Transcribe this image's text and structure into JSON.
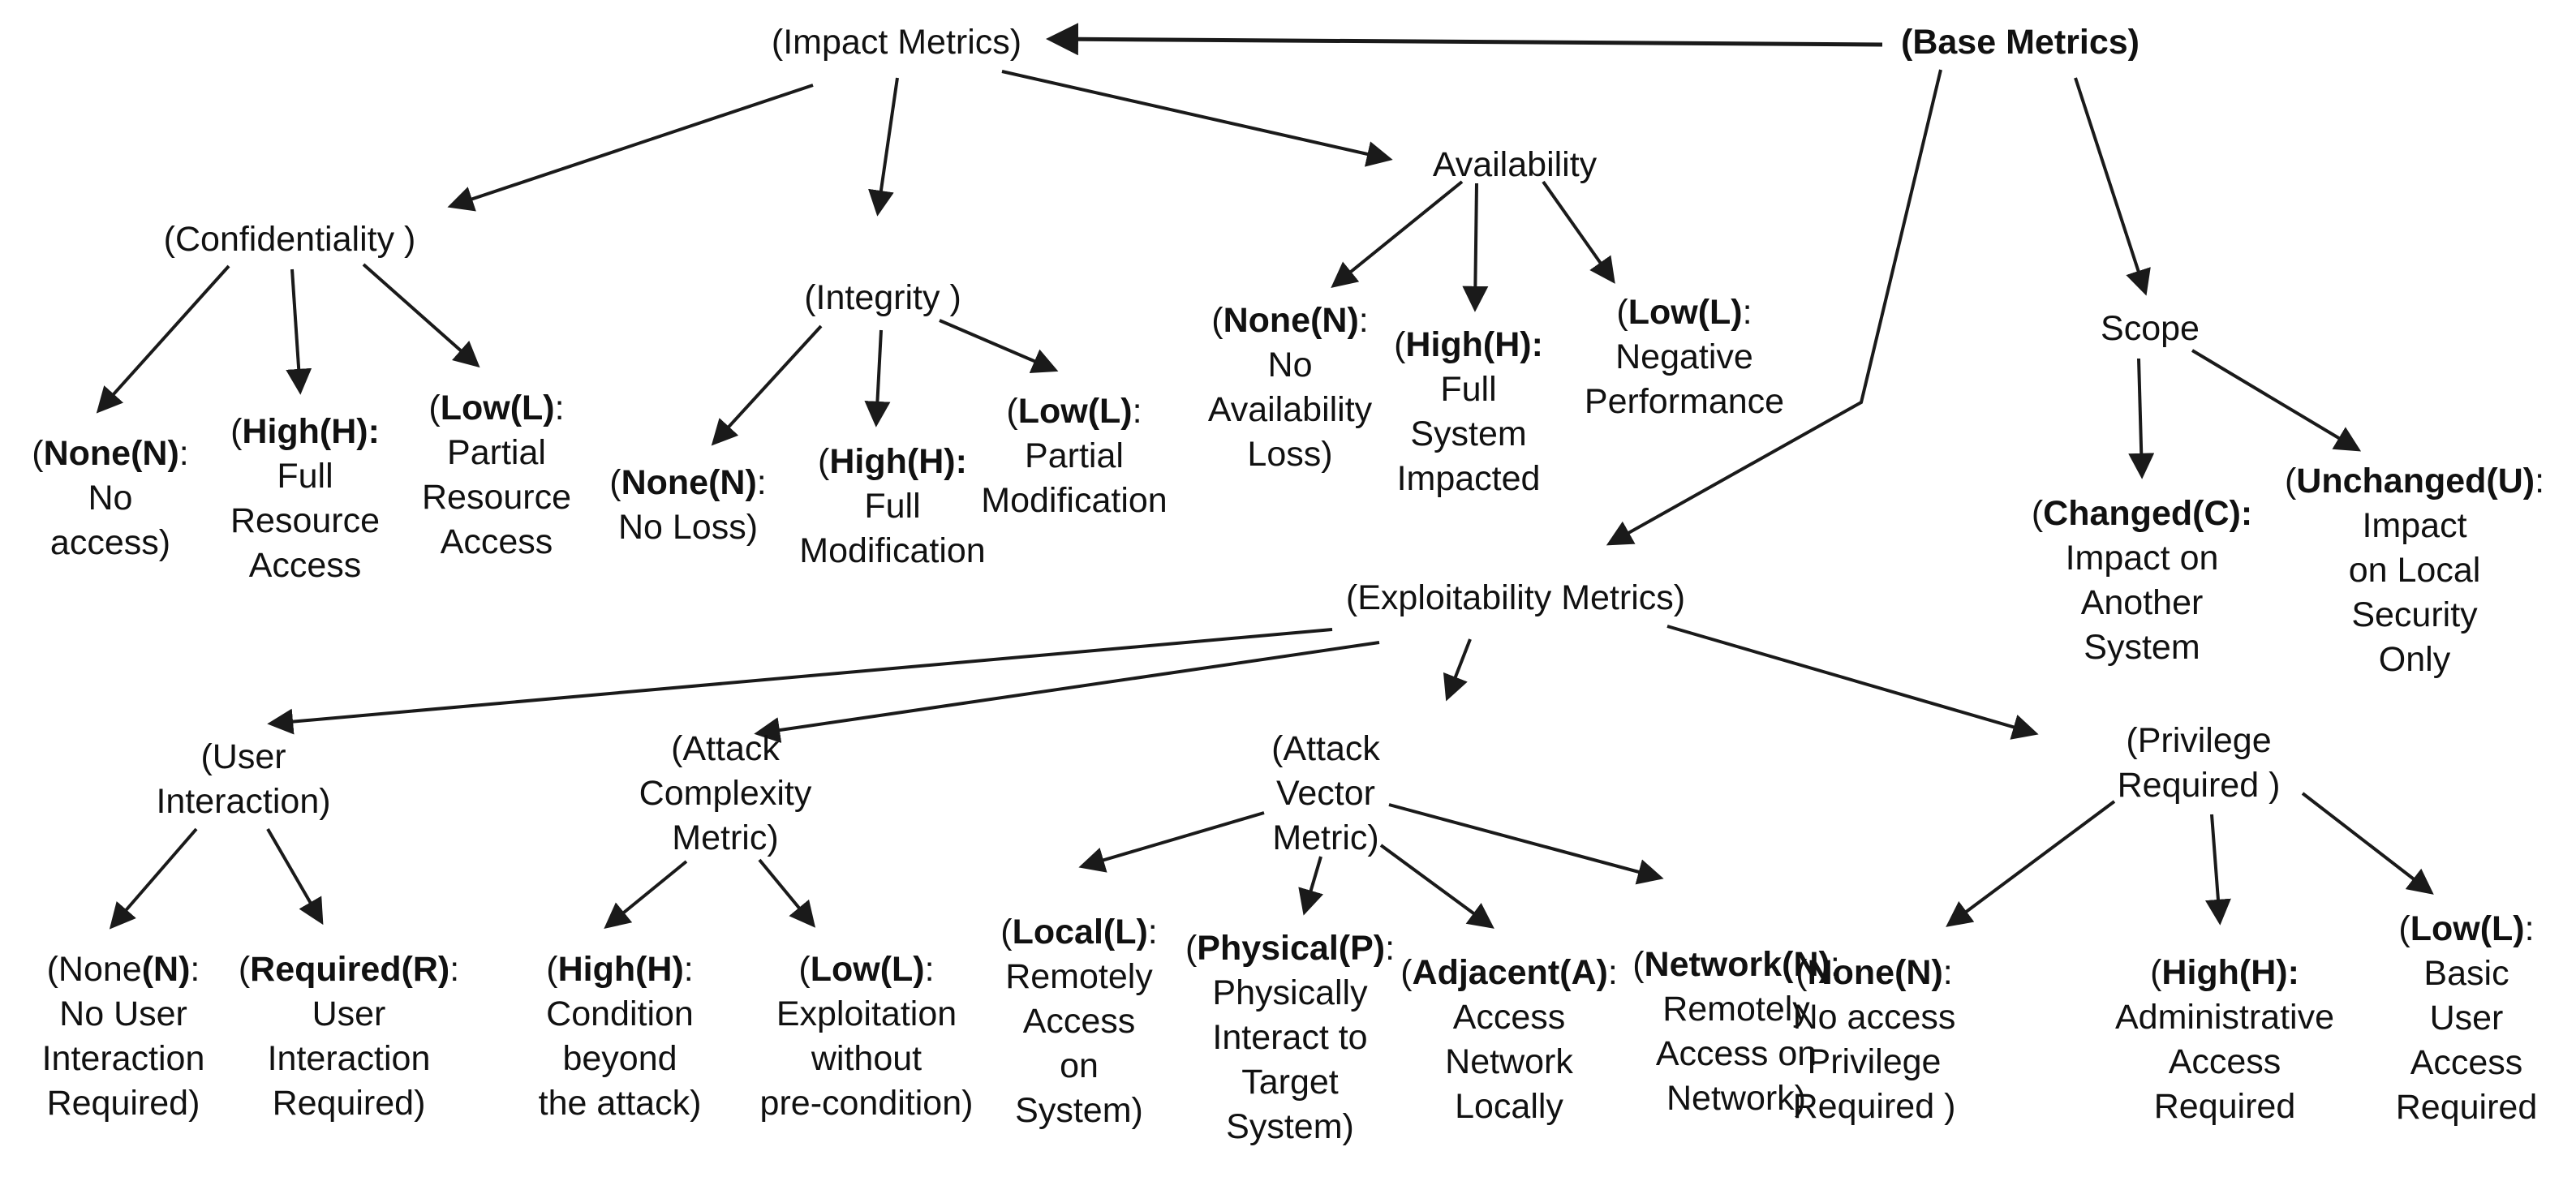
{
  "colors": {
    "background": "#ffffff",
    "text": "#111111",
    "arrow": "#1a1a1a"
  },
  "nodes": {
    "impact_metrics": {
      "lines": [
        "(Impact Metrics)"
      ]
    },
    "base_metrics": {
      "lines": [
        "(Base Metrics)"
      ]
    },
    "confidentiality": {
      "lines": [
        "(Confidentiality )"
      ]
    },
    "integrity": {
      "lines": [
        "(Integrity )"
      ]
    },
    "availability": {
      "lines": [
        "Availability"
      ]
    },
    "scope": {
      "lines": [
        "Scope"
      ]
    },
    "exploitability_metrics": {
      "lines": [
        "(Exploitability Metrics)"
      ]
    },
    "user_interaction": {
      "lines": [
        "(User",
        "Interaction)"
      ]
    },
    "attack_complexity": {
      "lines": [
        "(Attack",
        "Complexity",
        "Metric)"
      ]
    },
    "attack_vector": {
      "lines": [
        "(Attack",
        "Vector",
        "Metric)"
      ]
    },
    "privilege_required": {
      "lines": [
        "(Privilege",
        "Required )"
      ]
    },
    "c_none": {
      "pre": "(",
      "bold": "None(N)",
      "post": ":",
      "lines": [
        "No",
        "access)"
      ]
    },
    "c_high": {
      "pre": "(",
      "bold": "High(H):",
      "post": "",
      "lines": [
        "Full",
        "Resource",
        "Access"
      ]
    },
    "c_low": {
      "pre": "(",
      "bold": "Low(L)",
      "post": ":",
      "lines": [
        "Partial",
        "Resource",
        "Access"
      ]
    },
    "i_none": {
      "pre": "(",
      "bold": "None(N)",
      "post": ":",
      "lines": [
        "No Loss)"
      ]
    },
    "i_high": {
      "pre": "(",
      "bold": "High(H):",
      "post": "",
      "lines": [
        "Full",
        "Modification"
      ]
    },
    "i_low": {
      "pre": "(",
      "bold": "Low(L)",
      "post": ":",
      "lines": [
        "Partial",
        "Modification"
      ]
    },
    "a_none": {
      "pre": "(",
      "bold": "None(N)",
      "post": ":",
      "lines": [
        "No",
        "Availability",
        "Loss)"
      ]
    },
    "a_high": {
      "pre": "(",
      "bold": "High(H):",
      "post": "",
      "lines": [
        "Full",
        "System",
        "Impacted"
      ]
    },
    "a_low": {
      "pre": "(",
      "bold": "Low(L)",
      "post": ":",
      "lines": [
        "Negative",
        "Performance"
      ]
    },
    "s_changed": {
      "pre": "(",
      "bold": "Changed(C):",
      "post": "",
      "lines": [
        "Impact on",
        "Another",
        "System"
      ]
    },
    "s_unchanged": {
      "pre": "(",
      "bold": "Unchanged(U)",
      "post": ":",
      "lines": [
        "Impact",
        "on Local",
        "Security",
        "Only"
      ]
    },
    "ui_none": {
      "pre": "(None",
      "bold": "(N)",
      "post": ":",
      "lines": [
        "No User",
        "Interaction",
        "Required)"
      ]
    },
    "ui_required": {
      "pre": "(",
      "bold": "Required(R)",
      "post": ":",
      "lines": [
        "User",
        "Interaction",
        "Required)"
      ]
    },
    "ac_high": {
      "pre": "(",
      "bold": "High(H)",
      "post": ":",
      "lines": [
        "Condition",
        "beyond",
        "the attack)"
      ]
    },
    "ac_low": {
      "pre": "(",
      "bold": "Low(L)",
      "post": ":",
      "lines": [
        "Exploitation",
        "without",
        "pre-condition)"
      ]
    },
    "av_local": {
      "pre": "(",
      "bold": "Local(L)",
      "post": ":",
      "lines": [
        "Remotely",
        "Access",
        "on",
        "System)"
      ]
    },
    "av_physical": {
      "pre": "(",
      "bold": "Physical(P)",
      "post": ":",
      "lines": [
        "Physically",
        "Interact to",
        "Target",
        "System)"
      ]
    },
    "av_adjacent": {
      "pre": "(",
      "bold": "Adjacent(A)",
      "post": ":",
      "lines": [
        "Access",
        "Network",
        "Locally"
      ]
    },
    "av_network": {
      "pre": "(",
      "bold": "Network(N)",
      "post": ":",
      "lines": [
        "Remotely",
        "Access on",
        "Network)"
      ]
    },
    "pr_none": {
      "pre": "(",
      "bold": "None(N)",
      "post": ":",
      "lines": [
        "No access",
        "Privilege",
        "Required )"
      ]
    },
    "pr_high": {
      "pre": "(",
      "bold": "High(H):",
      "post": "",
      "lines": [
        "Administrative",
        "Access",
        "Required"
      ]
    },
    "pr_low": {
      "pre": "(",
      "bold": "Low(L)",
      "post": ":",
      "lines": [
        "Basic",
        "User",
        "Access",
        "Required"
      ]
    }
  }
}
